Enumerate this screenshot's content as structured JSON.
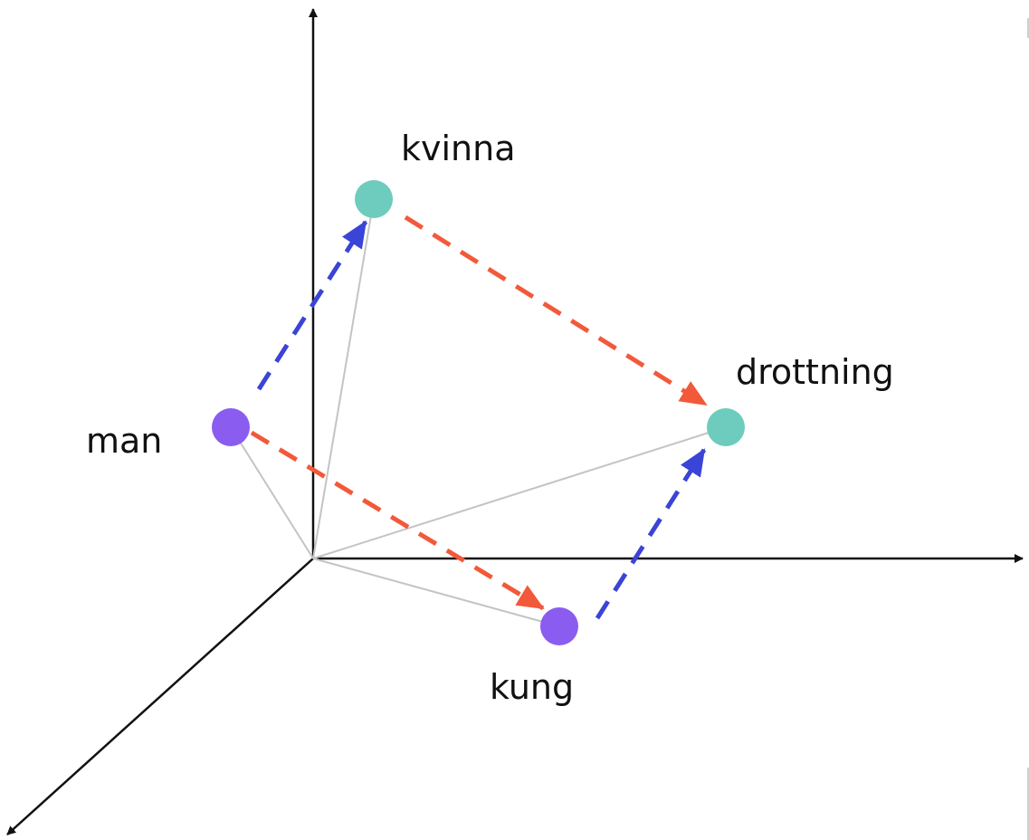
{
  "diagram": {
    "words": {
      "kvinna": "kvinna",
      "drottning": "drottning",
      "man": "man",
      "kung": "kung"
    },
    "colors": {
      "axis": "#111111",
      "spoke": "#c4c4c4",
      "teal_point": "#6dccbd",
      "purple_point": "#8b5cf0",
      "gender_arrow": "#f2593a",
      "royal_arrow": "#3a44d6"
    }
  }
}
